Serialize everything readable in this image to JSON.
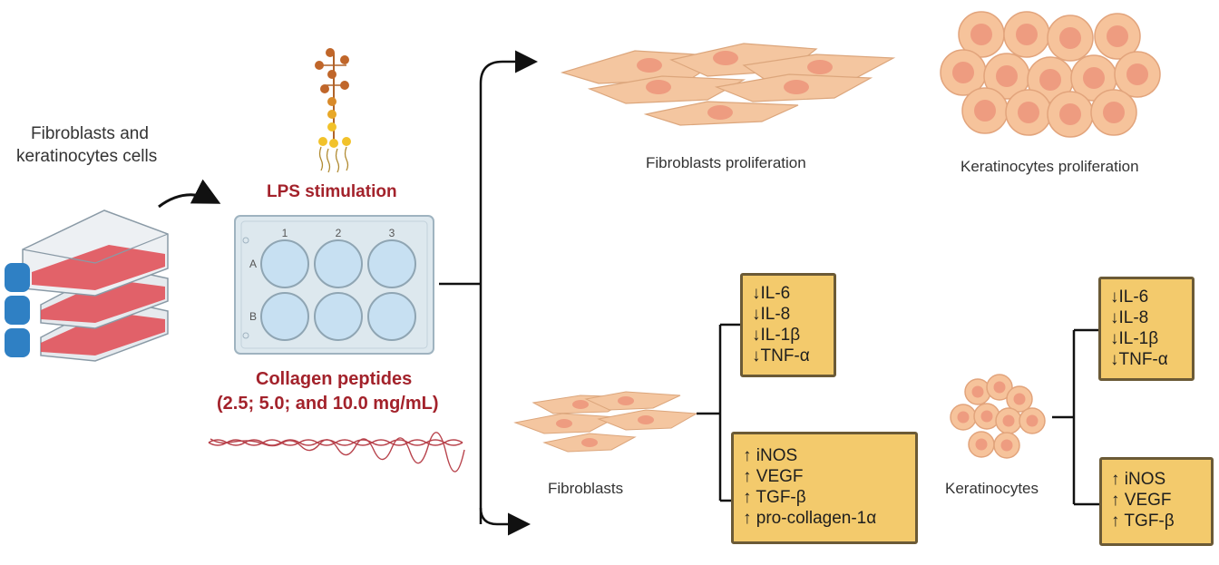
{
  "labels": {
    "source_cells": [
      "Fibroblasts and",
      "keratinocytes cells"
    ],
    "lps": "LPS stimulation",
    "collagen_title": "Collagen peptides",
    "collagen_conc": "(2.5; 5.0; and 10.0 mg/mL)",
    "fib_prolif": "Fibroblasts proliferation",
    "ker_prolif": "Keratinocytes proliferation",
    "fibroblasts": "Fibroblasts",
    "keratinocytes": "Keratinocytes"
  },
  "plate": {
    "columns": [
      "1",
      "2",
      "3"
    ],
    "rows": [
      "A",
      "B"
    ]
  },
  "fib_down": [
    "↓IL-6",
    "↓IL-8",
    "↓IL-1β",
    "↓TNF-α"
  ],
  "fib_up": [
    "↑ iNOS",
    "↑ VEGF",
    "↑ TGF-β",
    "↑ pro-collagen-1α"
  ],
  "ker_down": [
    "↓IL-6",
    "↓IL-8",
    "↓IL-1β",
    "↓TNF-α"
  ],
  "ker_up": [
    "↑ iNOS",
    "↑ VEGF",
    "↑ TGF-β"
  ],
  "colors": {
    "box_fill": "#f3ca6c",
    "box_border": "#6b5a36",
    "accent_red": "#a3222b",
    "flask_red": "#e0525a",
    "cap_blue": "#2f80c4",
    "cell_fill": "#f6c39b",
    "nucleus": "#ee9c80",
    "plate_fill": "#dde8ee",
    "well_fill": "#c7e0f2"
  }
}
